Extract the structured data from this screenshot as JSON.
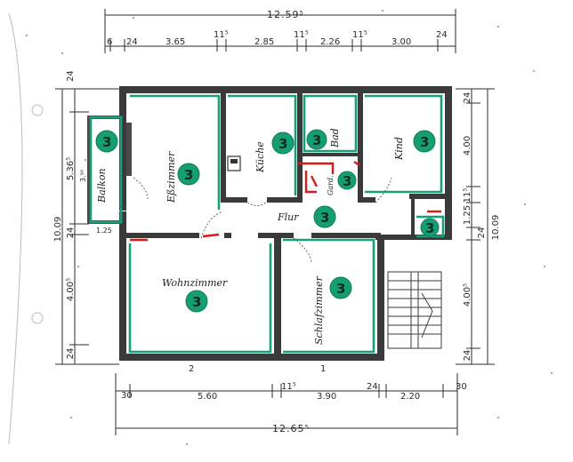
{
  "dimensions": {
    "top_total": "12.59⁵",
    "top_segments": [
      "6",
      "24",
      "3.65",
      "11⁵",
      "2.85",
      "11⁵",
      "2.26",
      "11⁵",
      "3.00",
      "24"
    ],
    "bottom_segments": [
      "30",
      "5.60",
      "11⁵",
      "3.90",
      "24",
      "2.20",
      "30"
    ],
    "bottom_total": "12.65⁵",
    "bottom_markers": [
      "2",
      "1"
    ],
    "left_outer": "10.09",
    "left_inner": [
      "24",
      "5.36⁵",
      "3.⁹⁰",
      "24",
      "1.25",
      "4.00⁵",
      "24"
    ],
    "right_outer": "10.09",
    "right_inner": [
      "24",
      "4.00",
      "11⁵",
      "1.25",
      "24",
      "4.00⁵",
      "24"
    ]
  },
  "rooms": {
    "balkon": "Balkon",
    "esszimmer": "Eßzimmer",
    "kueche": "Küche",
    "bad": "Bad",
    "kind": "Kind",
    "garderobe": "Gard.",
    "flur": "Flur",
    "wohnzimmer": "Wohnzimmer",
    "schlafzimmer": "Schlafzimmer"
  },
  "badge_label": "3",
  "colors": {
    "outline_green": "#14a07a",
    "badge_green": "#159e72",
    "marker_red": "#d61b1b",
    "wall": "#3a3a3a"
  }
}
